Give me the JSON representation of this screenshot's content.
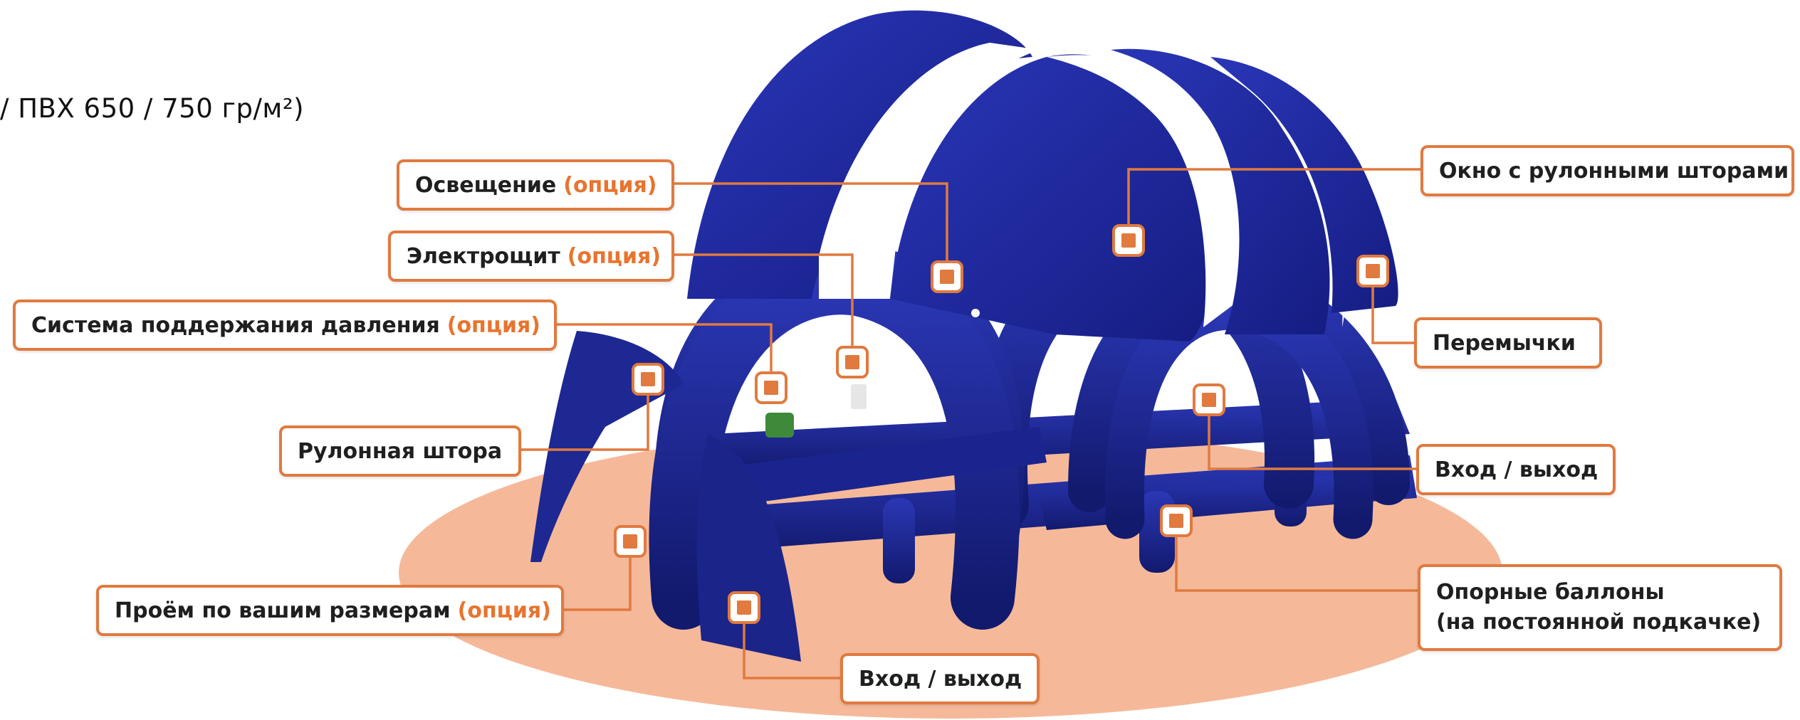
{
  "header": {
    "material_text": "/ ПВХ 650 / 750 гр/м²)"
  },
  "option_suffix": "(опция)",
  "callouts": {
    "lighting": {
      "text": "Освещение"
    },
    "switchboard": {
      "text": "Электрощит"
    },
    "pressure_system": {
      "text": "Система поддержания давления"
    },
    "roll_curtain": {
      "text": "Рулонная штора"
    },
    "opening": {
      "text": "Проём по вашим размерам"
    },
    "entrance_front": {
      "text": "Вход / выход"
    },
    "window": {
      "text": "Окно с рулонными шторами"
    },
    "jumpers": {
      "text": "Перемычки"
    },
    "entrance_side": {
      "text": "Вход / выход"
    },
    "support_cylinders": {
      "line1": "Опорные баллоны",
      "line2": "(на постоянной подкачке)"
    }
  },
  "colors": {
    "tent_blue": "#1f2a9e",
    "tent_dark": "#141c72",
    "accent_orange": "#e07a3f",
    "ground_peach": "#f5b99a"
  }
}
